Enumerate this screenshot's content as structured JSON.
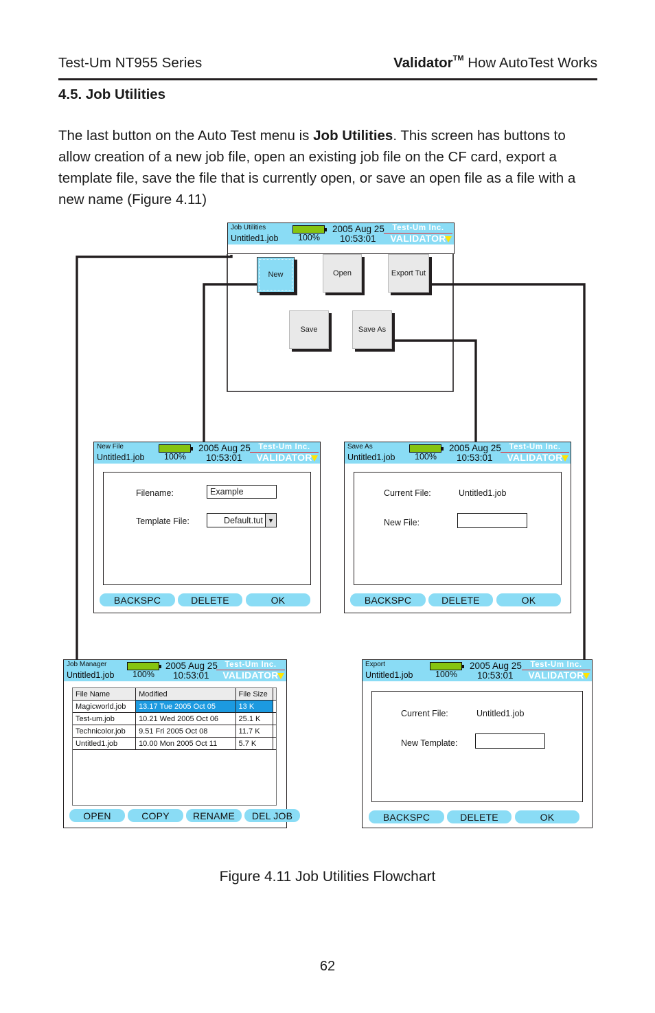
{
  "document": {
    "header_left": "Test-Um NT955 Series",
    "header_right_brand": "Validator",
    "header_right_tm": "TM",
    "header_right_rest": " How AutoTest Works",
    "section_title": "4.5. Job Utilities",
    "body_pre": "The last button on the Auto Test menu is ",
    "body_bold": "Job Utilities",
    "body_post": ".  This screen has buttons to allow creation of a new job file, open an existing job file on the CF card, export a template file, save the file that is currently open, or save an open file as a file with a new name (Figure 4.11)",
    "figure_caption": "Figure 4.11 Job Utilities Flowchart",
    "page_number": "62"
  },
  "colors": {
    "header_cyan": "#8adcf5",
    "battery_green": "#86c410",
    "logo_red": "#e8252a",
    "logo_yellow": "#ffe500",
    "selection_blue": "#1c9ae0",
    "button_gray": "#e9e9e9",
    "line_black": "#231f20"
  },
  "status_bar": {
    "jobfile": "Untitled1.job",
    "battery_percent": "100%",
    "battery_level": 100,
    "date": "2005 Aug 25",
    "time": "10:53:01",
    "logo_company": "Test-Um Inc.",
    "logo_product": "VALIDATOR"
  },
  "screens": {
    "job_utilities": {
      "title": "Job Utilities",
      "buttons": [
        {
          "label": "New",
          "selected": true
        },
        {
          "label": "Open",
          "selected": false
        },
        {
          "label": "Export Tut",
          "selected": false
        },
        {
          "label": "Save",
          "selected": false
        },
        {
          "label": "Save As",
          "selected": false
        }
      ]
    },
    "new_file": {
      "title": "New File",
      "filename_label": "Filename:",
      "filename_value": "Example",
      "template_label": "Template File:",
      "template_value": "Default.tut",
      "softkeys": [
        "BACKSPC",
        "DELETE",
        "OK"
      ]
    },
    "save_as": {
      "title": "Save As",
      "current_label": "Current File:",
      "current_value": "Untitled1.job",
      "new_label": "New File:",
      "new_value": "",
      "softkeys": [
        "BACKSPC",
        "DELETE",
        "OK"
      ]
    },
    "job_manager": {
      "title": "Job Manager",
      "columns": [
        "File Name",
        "Modified",
        "File Size"
      ],
      "rows": [
        {
          "name": "Magicworld.job",
          "modified": "13.17  Tue 2005 Oct 05",
          "size": "13 K",
          "selected": true
        },
        {
          "name": "Test-um.job",
          "modified": "10.21  Wed 2005 Oct 06",
          "size": "25.1 K",
          "selected": false
        },
        {
          "name": "Technicolor.job",
          "modified": "9.51  Fri 2005 Oct 08",
          "size": "11.7 K",
          "selected": false
        },
        {
          "name": "Untitled1.job",
          "modified": "10.00  Mon 2005 Oct 11",
          "size": "5.7 K",
          "selected": false
        }
      ],
      "softkeys": [
        "OPEN",
        "COPY",
        "RENAME",
        "DEL JOB"
      ]
    },
    "export": {
      "title": "Export",
      "current_label": "Current File:",
      "current_value": "Untitled1.job",
      "new_label": "New Template:",
      "new_value": "",
      "softkeys": [
        "BACKSPC",
        "DELETE",
        "OK"
      ]
    }
  }
}
